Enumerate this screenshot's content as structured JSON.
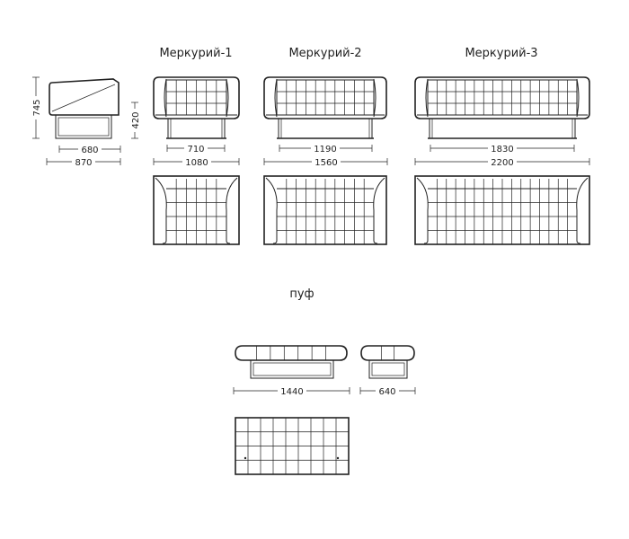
{
  "titles": {
    "merkuriy_1": "Меркурий-1",
    "merkuriy_2": "Меркурий-2",
    "merkuriy_3": "Меркурий-3",
    "puf": "пуф"
  },
  "dimensions": {
    "height_total": "745",
    "height_seat": "420",
    "side_depth_inner": "680",
    "side_depth_outer": "870",
    "m1_inner": "710",
    "m1_outer": "1080",
    "m2_inner": "1190",
    "m2_outer": "1560",
    "m3_inner": "1830",
    "m3_outer": "2200",
    "puf_large": "1440",
    "puf_small": "640"
  }
}
